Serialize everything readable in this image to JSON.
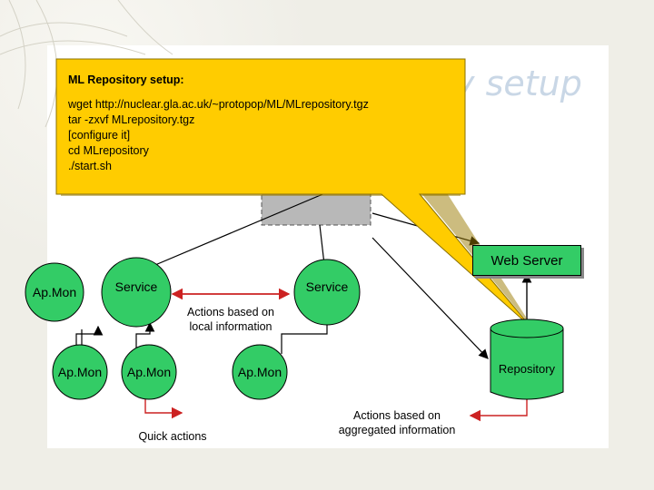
{
  "slide": {
    "title_fragment": "y setup"
  },
  "callout": {
    "heading": "ML Repository setup:",
    "commands": [
      "wget http://nuclear.gla.ac.uk/~protopop/ML/MLrepository.tgz",
      "tar -zxvf MLrepository.tgz",
      "[configure it]",
      "cd MLrepository",
      "./start.sh"
    ]
  },
  "nodes": {
    "apmon_left": "Ap.Mon",
    "service_left": "Service",
    "service_right": "Service",
    "apmon_bottom_1": "Ap.Mon",
    "apmon_bottom_2": "Ap.Mon",
    "apmon_bottom_3": "Ap.Mon",
    "web_server": "Web Server",
    "repository": "Repository"
  },
  "labels": {
    "actions_local": "Actions based on local information",
    "actions_local_line1": "Actions based on",
    "actions_local_line2": "local information",
    "quick_actions": "Quick actions",
    "actions_aggregated_line1": "Actions based on",
    "actions_aggregated_line2": "aggregated information"
  },
  "colors": {
    "node_green": "#33cc66",
    "callout_orange": "#ffcc00",
    "arrow_red": "#cc2222",
    "client_box_gray": "#b8b8b8"
  }
}
